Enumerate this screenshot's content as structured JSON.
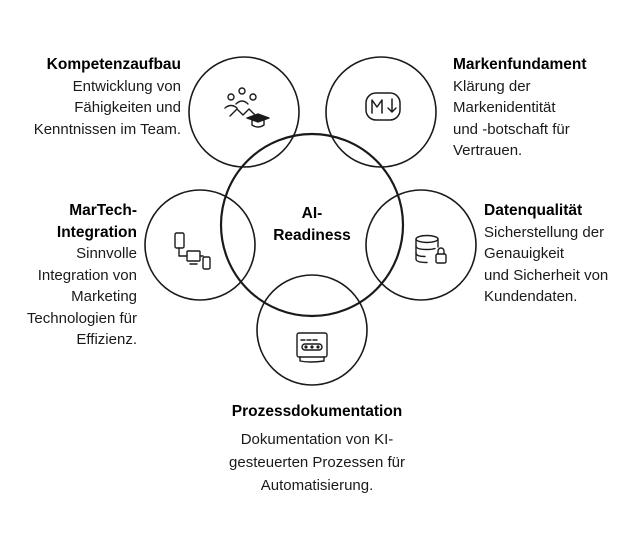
{
  "center": {
    "line1": "AI-",
    "line2": "Readiness"
  },
  "kompetenz": {
    "title": "Kompetenzaufbau",
    "lines": [
      "Entwicklung von",
      "Fähigkeiten und",
      "Kenntnissen im Team."
    ],
    "icon": "people-graduation-cap-icon"
  },
  "marken": {
    "title": "Markenfundament",
    "lines": [
      "Klärung der",
      "Markenidentität",
      "und -botschaft für",
      "Vertrauen."
    ],
    "icon": "m-arrow-down-icon"
  },
  "martech": {
    "title_lines": [
      "MarTech-",
      "Integration"
    ],
    "lines": [
      "Sinnvolle",
      "Integration von",
      "Marketing",
      "Technologien für",
      "Effizienz."
    ],
    "icon": "connected-devices-icon"
  },
  "daten": {
    "title": "Datenqualität",
    "lines": [
      "Sicherstellung der",
      "Genauigkeit",
      "und Sicherheit von",
      "Kundendaten."
    ],
    "icon": "database-lock-icon"
  },
  "prozess": {
    "title": "Prozessdokumentation",
    "lines": [
      "Dokumentation von KI-",
      "gesteuerten Prozessen für",
      "Automatisierung."
    ],
    "icon": "process-document-icon"
  },
  "colors": {
    "stroke": "#1a1a1a",
    "background": "#ffffff"
  }
}
